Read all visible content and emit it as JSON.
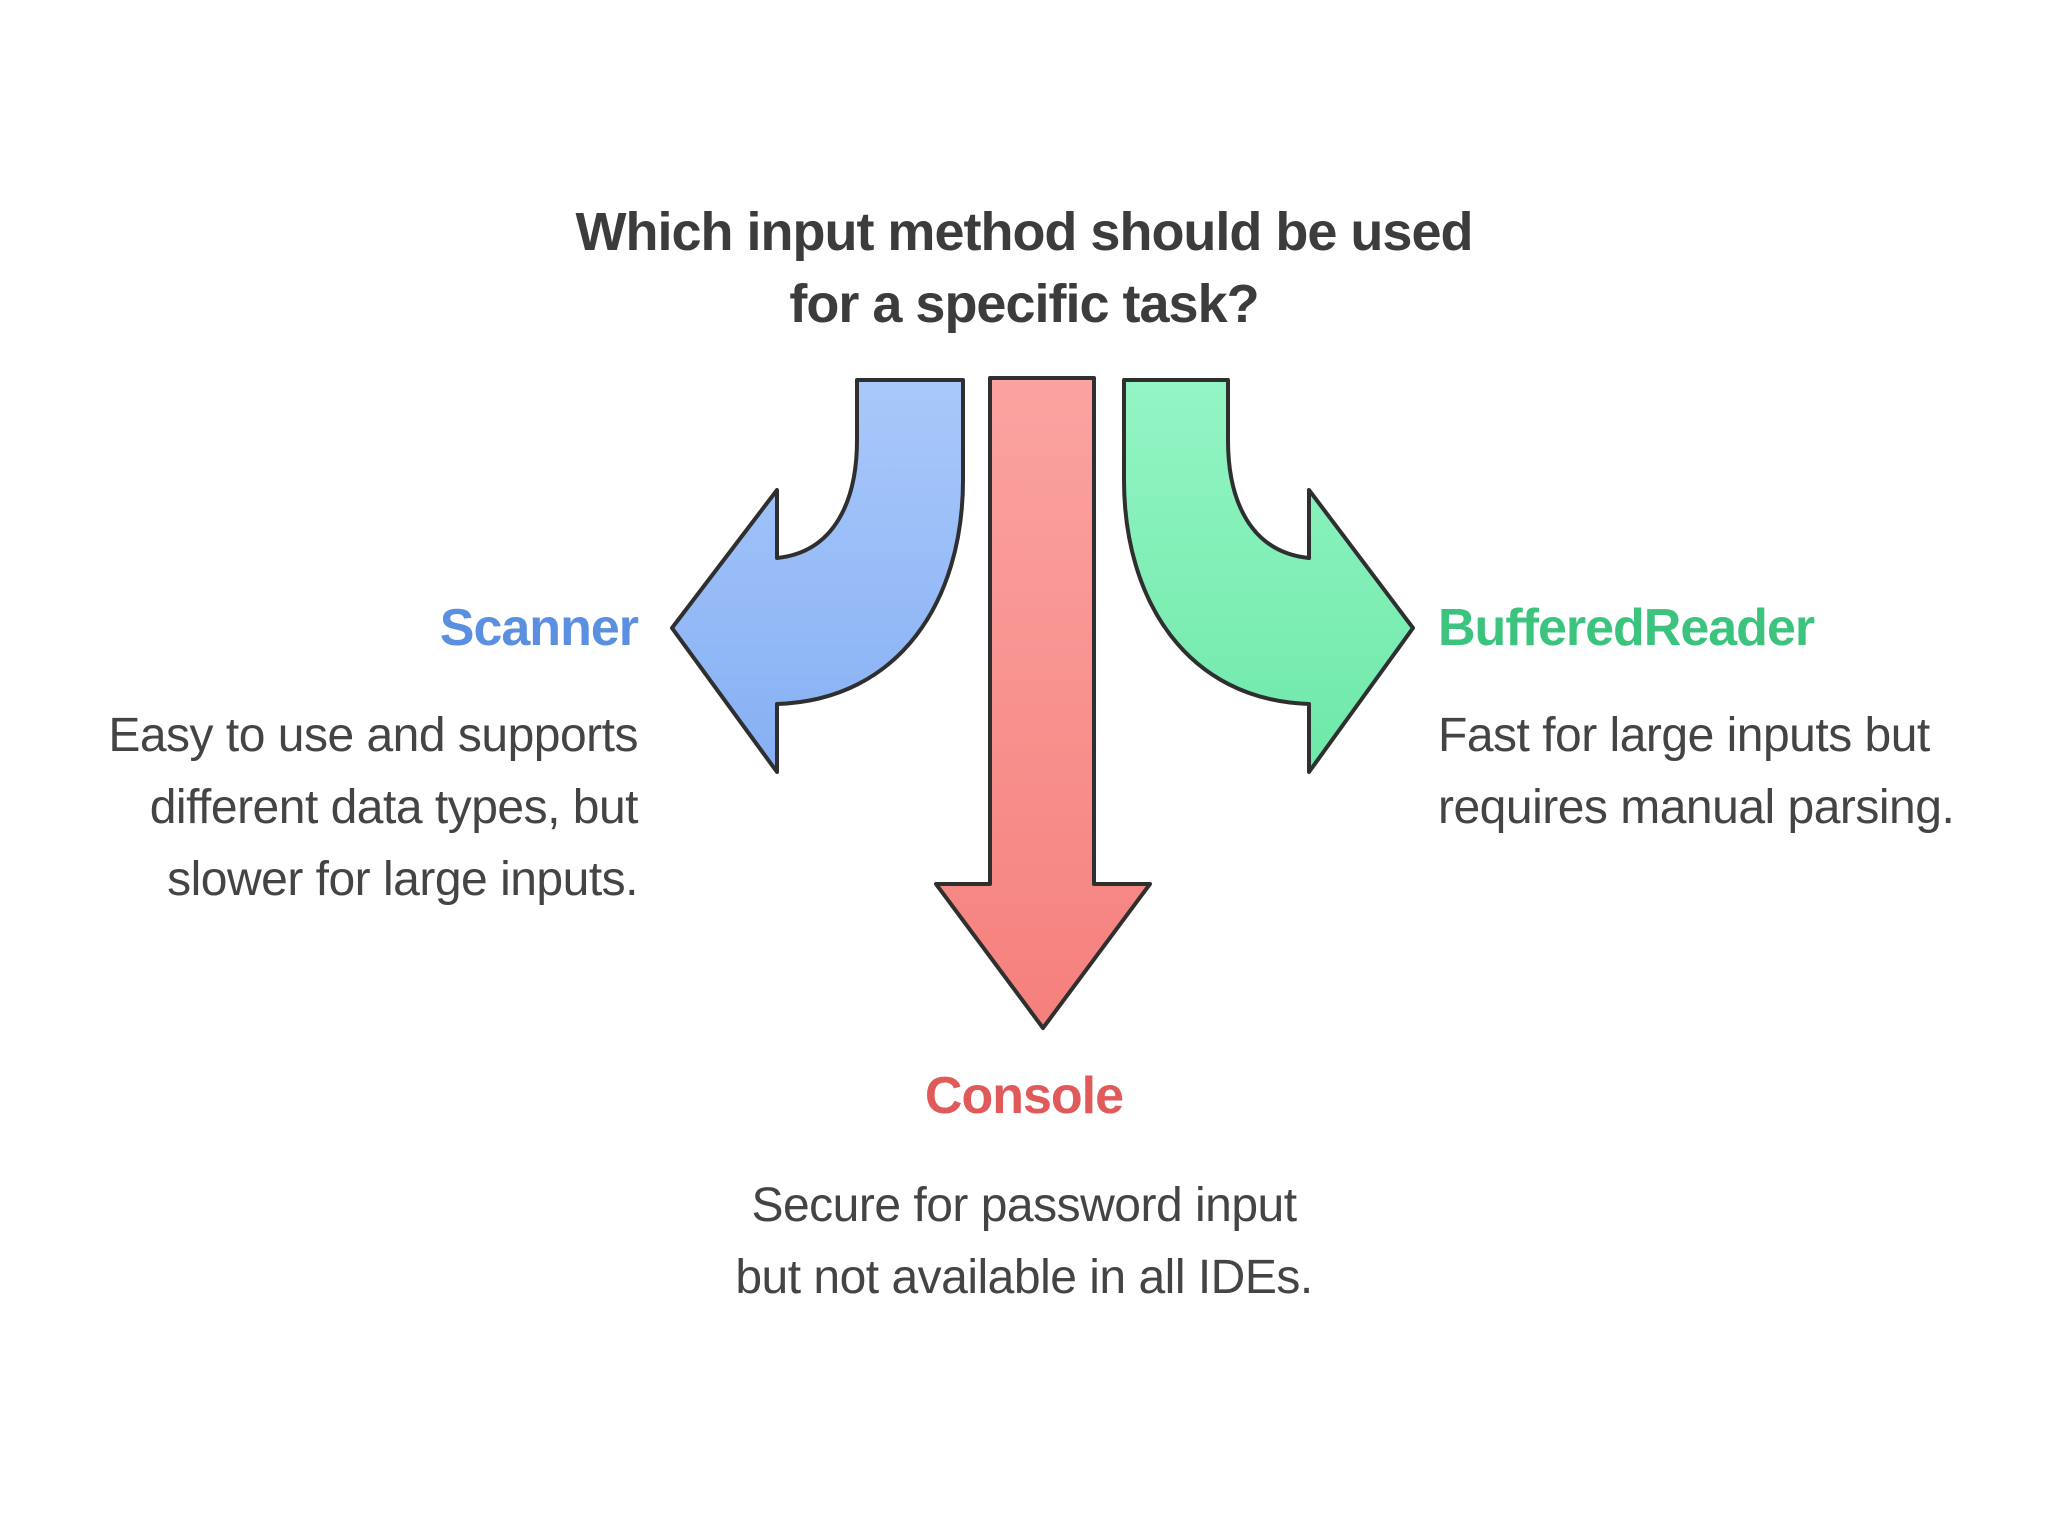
{
  "question": {
    "line1": "Which input method should be used",
    "line2": "for a specific task?"
  },
  "options": {
    "scanner": {
      "title": "Scanner",
      "desc_line1": "Easy to use and supports",
      "desc_line2": "different data types, but",
      "desc_line3": "slower for large inputs.",
      "color": "#5b8fe0",
      "arrow_color": "#9dbff8"
    },
    "console": {
      "title": "Console",
      "desc_line1": "Secure for password input",
      "desc_line2": "but not available in all IDEs.",
      "color": "#e05a5a",
      "arrow_color": "#f9928f"
    },
    "bufferedreader": {
      "title": "BufferedReader",
      "desc_line1": "Fast for large inputs but",
      "desc_line2": "requires manual parsing.",
      "color": "#3cc47f",
      "arrow_color": "#7ef0b6"
    }
  },
  "icons": {
    "left_arrow": "curved-arrow-left-icon",
    "down_arrow": "arrow-down-icon",
    "right_arrow": "curved-arrow-right-icon"
  },
  "colors": {
    "text": "#3c3c3c",
    "desc_text": "#444444",
    "outline": "#2f2f2f",
    "background": "#ffffff"
  }
}
